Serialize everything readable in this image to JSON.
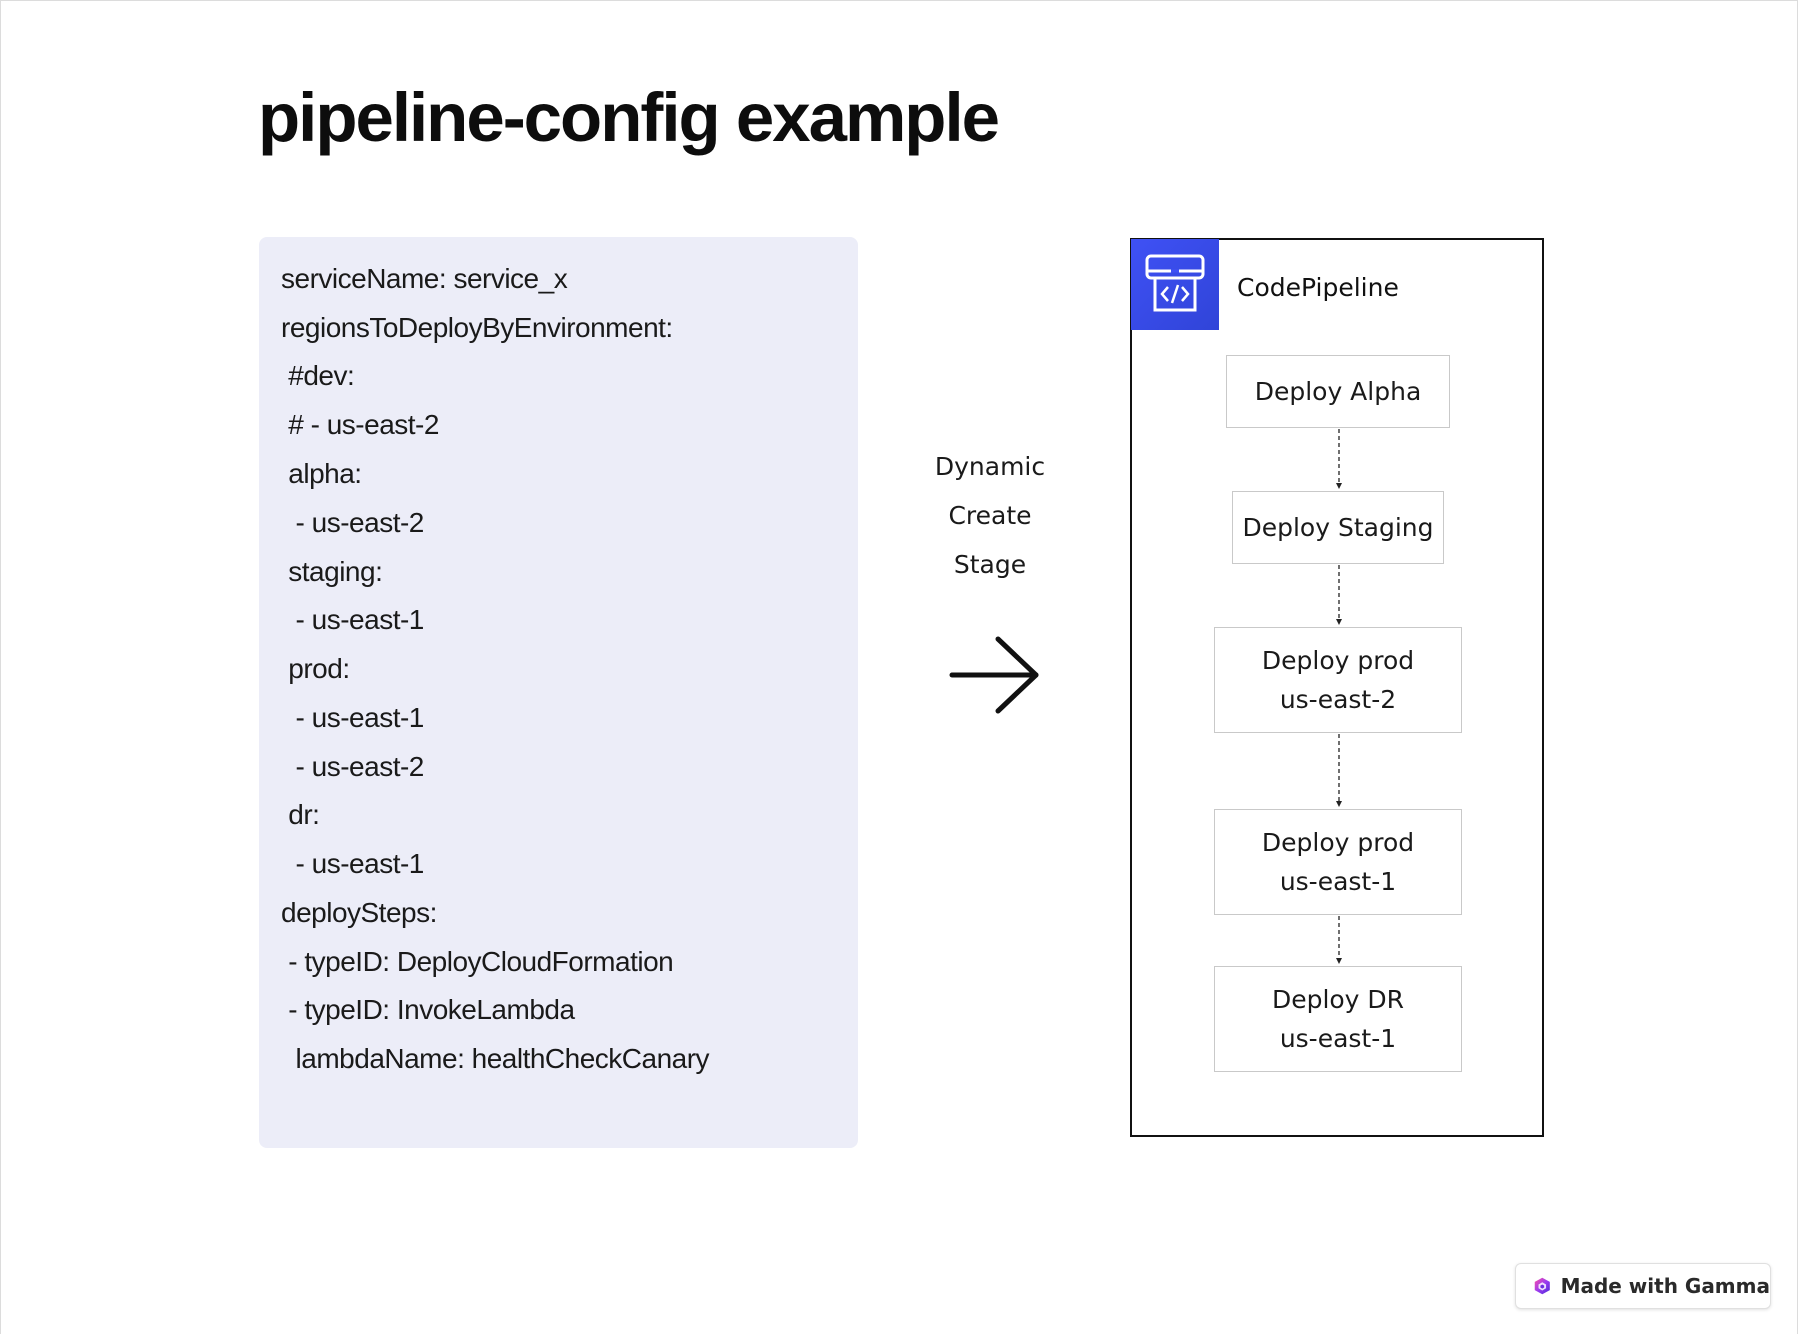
{
  "title": "pipeline-config example",
  "config": {
    "lines": [
      "serviceName: service_x",
      "regionsToDeployByEnvironment:",
      " #dev:",
      " # - us-east-2",
      " alpha:",
      "  - us-east-2",
      " staging:",
      "  - us-east-1",
      " prod:",
      "  - us-east-1",
      "  - us-east-2",
      " dr:",
      "  - us-east-1",
      "deploySteps:",
      " - typeID: DeployCloudFormation",
      " - typeID: InvokeLambda",
      "  lambdaName: healthCheckCanary"
    ]
  },
  "transition": {
    "label_line1": "Dynamic",
    "label_line2": "Create",
    "label_line3": "Stage",
    "icon": "arrow-right-icon"
  },
  "pipeline": {
    "title": "CodePipeline",
    "icon": "codepipeline-icon",
    "icon_color": "#3b4ef0",
    "stages": [
      {
        "line1": "Deploy Alpha",
        "line2": ""
      },
      {
        "line1": "Deploy Staging",
        "line2": ""
      },
      {
        "line1": "Deploy prod",
        "line2": "us-east-2"
      },
      {
        "line1": "Deploy prod",
        "line2": "us-east-1"
      },
      {
        "line1": "Deploy DR",
        "line2": "us-east-1"
      }
    ]
  },
  "badge": {
    "label": "Made with Gamma",
    "icon": "gamma-logo-icon"
  }
}
